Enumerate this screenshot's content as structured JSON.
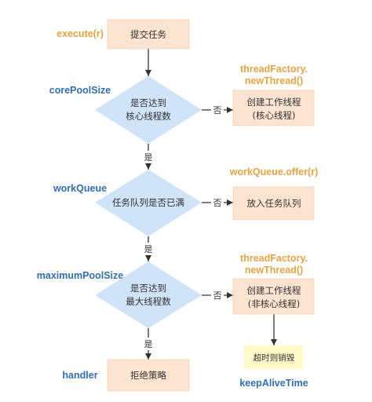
{
  "colors": {
    "process_fill": "#FCE4D0",
    "decision_fill": "#CFE4F8",
    "timeout_fill": "#FFFAC8",
    "param_blue": "#2C6EBF",
    "method_orange": "#EFA23B",
    "arrow": "#333333"
  },
  "start": {
    "method_label": "execute(r)",
    "box": "提交任务"
  },
  "core_check": {
    "param_label": "corePoolSize",
    "decision": [
      "是否达到",
      "核心线程数"
    ],
    "no": "否",
    "yes": "是",
    "method_label": [
      "threadFactory.",
      "newThread()"
    ],
    "action": [
      "创建工作线程",
      "(核心线程)"
    ]
  },
  "queue_check": {
    "param_label": "workQueue",
    "decision": "任务队列是否已满",
    "no": "否",
    "yes": "是",
    "method_label": "workQueue.offer(r)",
    "action": "放入任务队列"
  },
  "max_check": {
    "param_label": "maximumPoolSize",
    "decision": [
      "是否达到",
      "最大线程数"
    ],
    "no": "否",
    "yes": "是",
    "method_label": [
      "threadFactory.",
      "newThread()"
    ],
    "action": [
      "创建工作线程",
      "(非核心线程)"
    ]
  },
  "timeout": {
    "box": "超时则销毁",
    "param_label": "keepAliveTime"
  },
  "reject": {
    "param_label": "handler",
    "box": "拒绝策略"
  }
}
